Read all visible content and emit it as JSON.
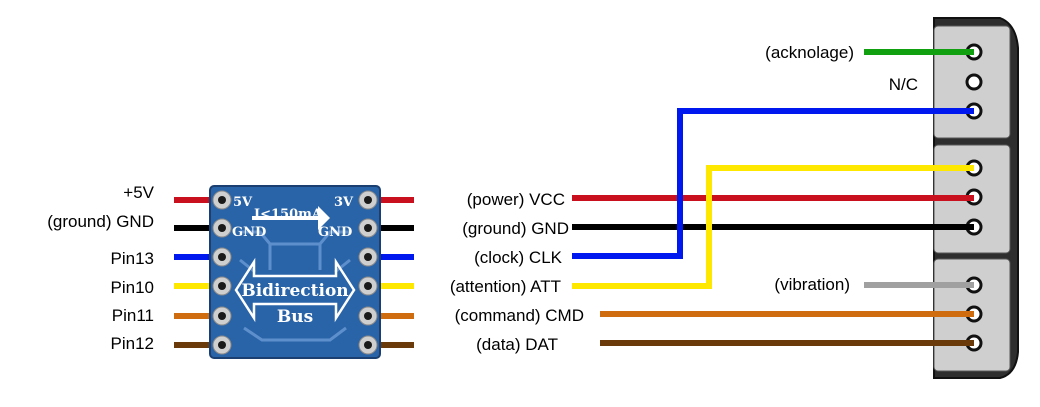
{
  "left_pins": [
    "+5V",
    "(ground) GND",
    "Pin13",
    "Pin10",
    "Pin11",
    "Pin12"
  ],
  "middle_signals": [
    "(power) VCC",
    "(ground) GND",
    "(clock) CLK",
    "(attention) ATT",
    "(command) CMD",
    "(data) DAT"
  ],
  "connector_labels": {
    "acknowledge": "(acknolage)",
    "nc": "N/C",
    "vibration": "(vibration)"
  },
  "module": {
    "left_top": "5V",
    "right_top": "3V",
    "gnd_left": "GND",
    "gnd_right": "GND",
    "current": "I<150mA",
    "title_line1": "Bidirection",
    "title_line2": "Bus"
  },
  "colors": {
    "power": "#c8101e",
    "ground": "#000000",
    "clock": "#0018f0",
    "attention": "#ffe800",
    "command": "#d06c10",
    "data": "#6b3a0a",
    "acknowledge": "#10a010",
    "vibration": "#a0a0a0",
    "board": "#2a64a8"
  }
}
